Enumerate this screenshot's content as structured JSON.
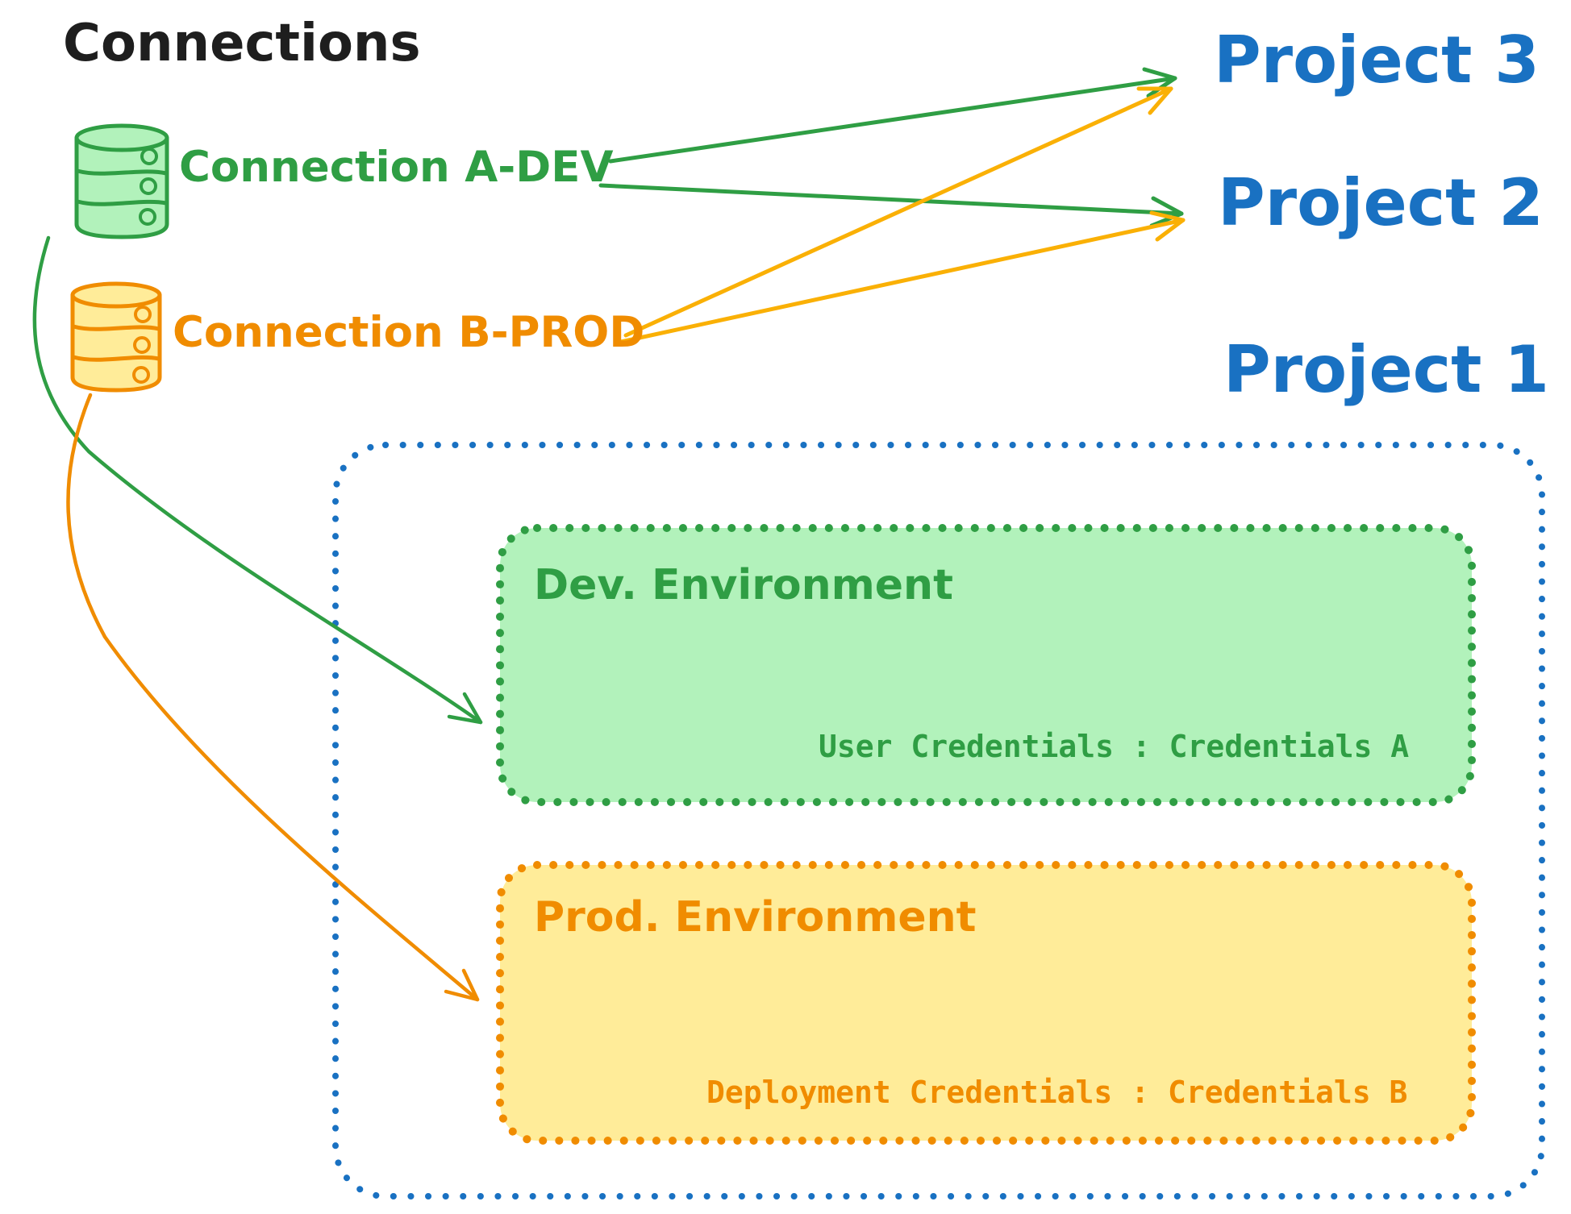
{
  "title": "Connections",
  "colors": {
    "black": "#1e1e1e",
    "blue": "#1971c2",
    "green": "#2f9e44",
    "green_fill": "#b2f2bb",
    "orange": "#f08c00",
    "orange_arrow": "#fab005",
    "yellow_fill": "#ffec99",
    "background": "#ffffff"
  },
  "connections": [
    {
      "label": "Connection A-DEV",
      "icon": "database-cylinder",
      "color": "#2f9e44"
    },
    {
      "label": "Connection B-PROD",
      "icon": "database-cylinder",
      "color": "#f08c00"
    }
  ],
  "projects": [
    {
      "label": "Project 3"
    },
    {
      "label": "Project 2"
    },
    {
      "label": "Project 1"
    }
  ],
  "project1": {
    "dev_box": {
      "title": "Dev. Environment",
      "credentials": "User Credentials : Credentials A"
    },
    "prod_box": {
      "title": "Prod. Environment",
      "credentials": "Deployment Credentials : Credentials B"
    }
  },
  "edges": [
    {
      "from": "Connection A-DEV",
      "to": "Project 3",
      "style": "straight-arrow",
      "color": "#2f9e44"
    },
    {
      "from": "Connection A-DEV",
      "to": "Project 2",
      "style": "straight-arrow",
      "color": "#2f9e44"
    },
    {
      "from": "Connection B-PROD",
      "to": "Project 3",
      "style": "straight-arrow",
      "color": "#fab005"
    },
    {
      "from": "Connection B-PROD",
      "to": "Project 2",
      "style": "straight-arrow",
      "color": "#fab005"
    },
    {
      "from": "Connection A-DEV",
      "to": "Dev. Environment",
      "style": "curved-arrow",
      "color": "#2f9e44"
    },
    {
      "from": "Connection B-PROD",
      "to": "Prod. Environment",
      "style": "curved-arrow",
      "color": "#f08c00"
    }
  ]
}
